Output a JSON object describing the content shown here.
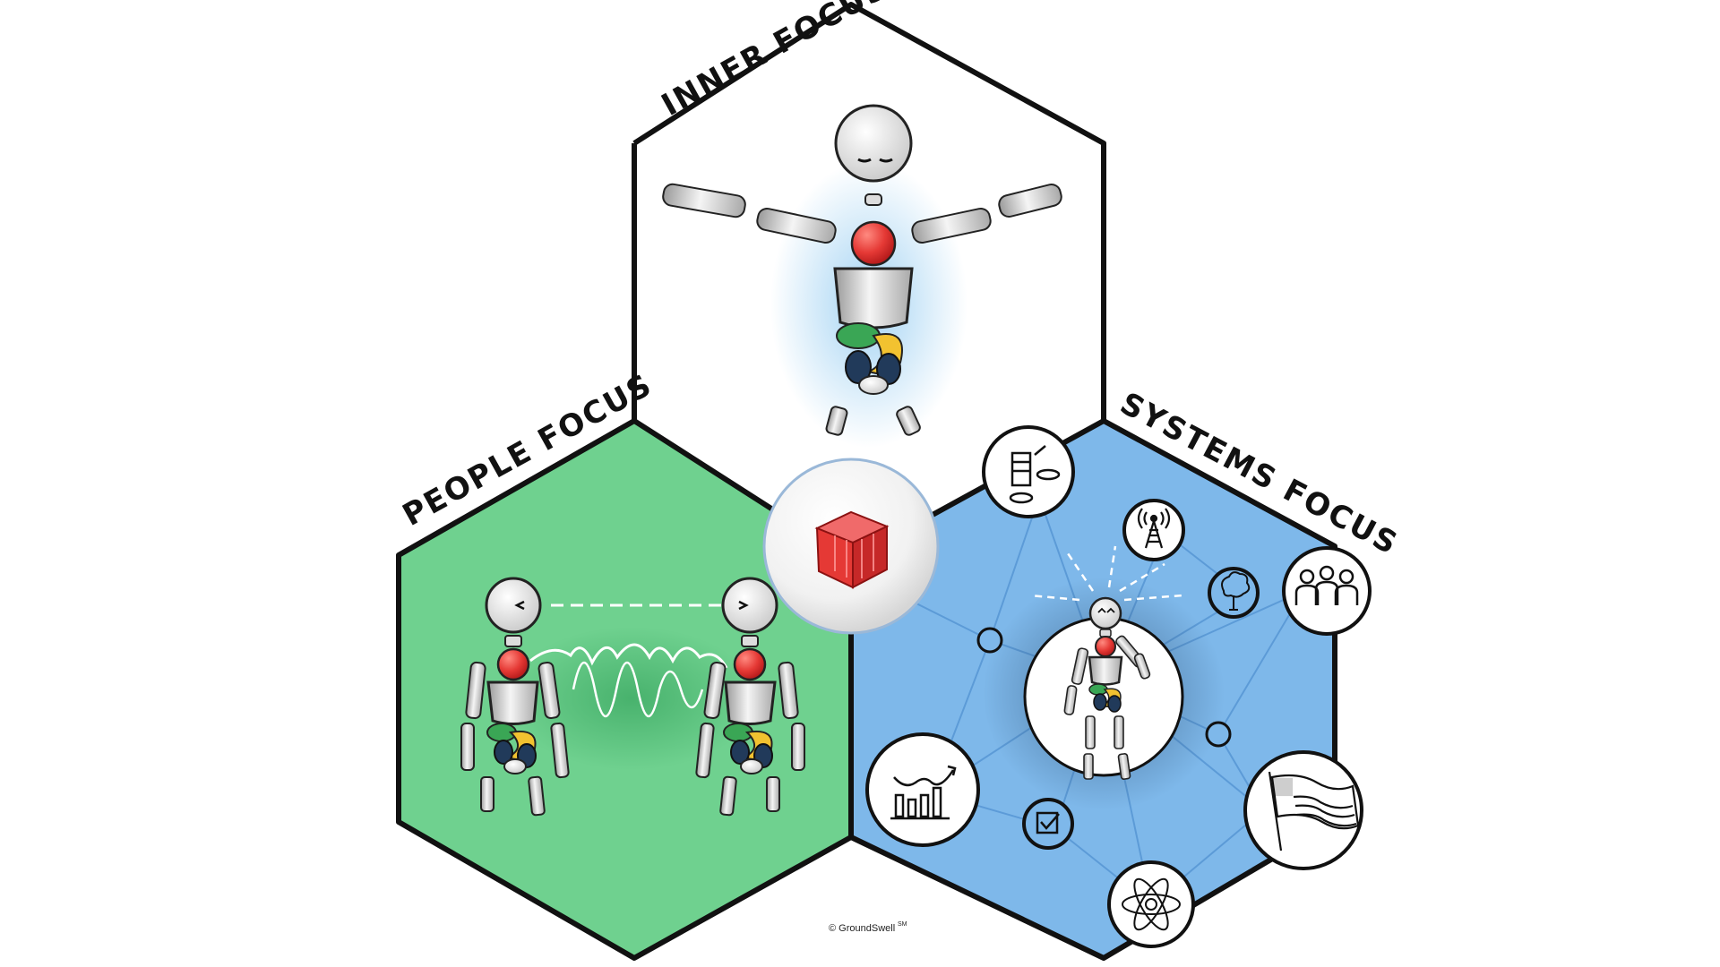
{
  "sections": {
    "inner": {
      "label": "INNER FOCUS"
    },
    "people": {
      "label": "PEOPLE FOCUS",
      "color": "#6fd18f"
    },
    "systems": {
      "label": "SYSTEMS FOCUS",
      "color": "#7eb8ea"
    }
  },
  "center": {
    "icon": "red-cube-icon",
    "color": "#e53935"
  },
  "systems_icons": [
    "factory-icon",
    "radio-tower-icon",
    "tree-icon",
    "group-of-people-icon",
    "flag-icon",
    "atom-icon",
    "checkbox-icon",
    "bar-chart-icon"
  ],
  "copyright": "© GroundSwell",
  "copyright_mark": "SM"
}
